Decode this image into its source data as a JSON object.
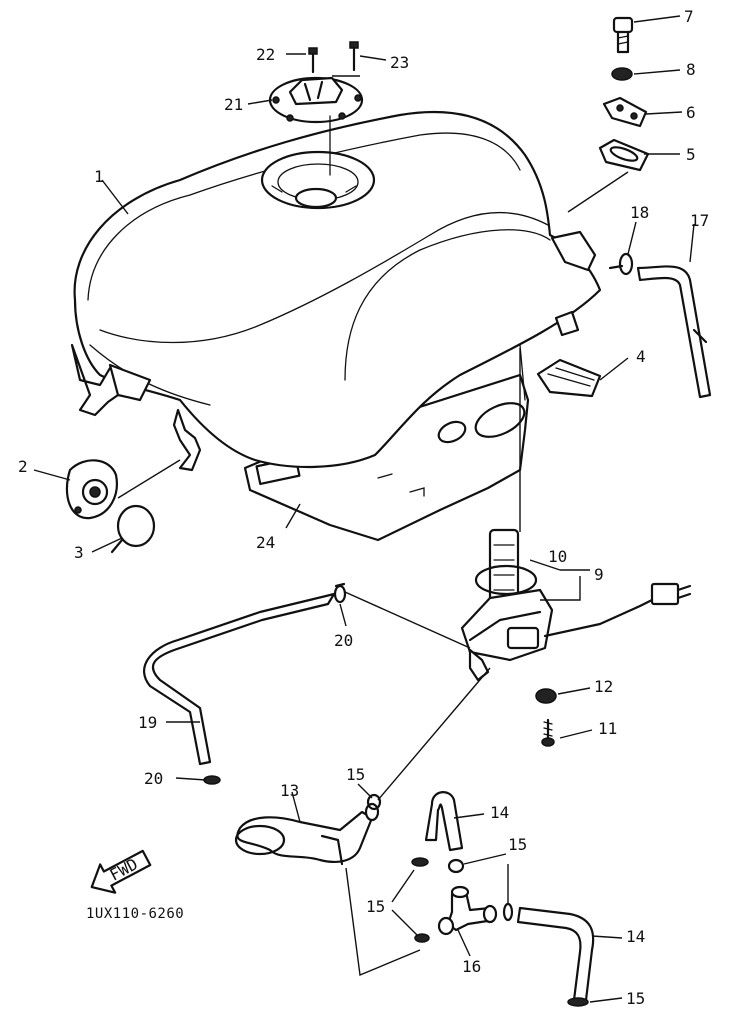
{
  "diagram_code": "1UX110-6260",
  "front_marker": "FWD",
  "callouts": [
    {
      "id": "c1",
      "text": "1"
    },
    {
      "id": "c2",
      "text": "2"
    },
    {
      "id": "c3",
      "text": "3"
    },
    {
      "id": "c4",
      "text": "4"
    },
    {
      "id": "c5",
      "text": "5"
    },
    {
      "id": "c6",
      "text": "6"
    },
    {
      "id": "c7",
      "text": "7"
    },
    {
      "id": "c8",
      "text": "8"
    },
    {
      "id": "c9",
      "text": "9"
    },
    {
      "id": "c10",
      "text": "10"
    },
    {
      "id": "c11",
      "text": "11"
    },
    {
      "id": "c12",
      "text": "12"
    },
    {
      "id": "c13",
      "text": "13"
    },
    {
      "id": "c14a",
      "text": "14"
    },
    {
      "id": "c14b",
      "text": "14"
    },
    {
      "id": "c15a",
      "text": "15"
    },
    {
      "id": "c15b",
      "text": "15"
    },
    {
      "id": "c15c",
      "text": "15"
    },
    {
      "id": "c15d",
      "text": "15"
    },
    {
      "id": "c16",
      "text": "16"
    },
    {
      "id": "c17",
      "text": "17"
    },
    {
      "id": "c18",
      "text": "18"
    },
    {
      "id": "c19",
      "text": "19"
    },
    {
      "id": "c20a",
      "text": "20"
    },
    {
      "id": "c20b",
      "text": "20"
    },
    {
      "id": "c21",
      "text": "21"
    },
    {
      "id": "c22",
      "text": "22"
    },
    {
      "id": "c23",
      "text": "23"
    },
    {
      "id": "c24",
      "text": "24"
    }
  ]
}
